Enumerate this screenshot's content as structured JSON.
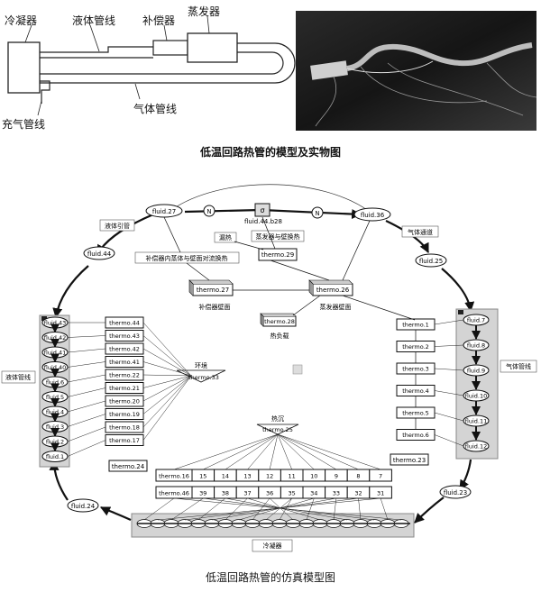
{
  "top_caption": "低温回路热管的模型及实物图",
  "bottom_caption": "低温回路热管的仿真模型图",
  "model_labels": {
    "condenser": "冷凝器",
    "liquid_line": "液体管线",
    "compensator": "补偿器",
    "evaporator": "蒸发器",
    "charge_line": "充气管线",
    "vapor_line": "气体管线"
  },
  "sim": {
    "top_fluid_left": "fluid.27",
    "top_fluid_right": "fluid.36",
    "top_box_sigma": "σ",
    "top_box_label": "fluid.44.b28",
    "valve_symbol": "N",
    "label_liquid_lead": "液体引管",
    "label_leak": "漏热",
    "label_evap_heat": "蒸发器与壁换热",
    "label_vapor_channel": "气体通道",
    "label_comp_wall": "补偿器内蒸体与壁面对流换热",
    "label_comp_wall_short": "补偿器壁面",
    "label_evap_wall": "蒸发器壁面",
    "label_heat_load": "热负载",
    "label_env": "环境",
    "label_heat_sink": "热沉",
    "label_liquid_pipe": "液体管线",
    "label_vapor_pipe": "气体管线",
    "label_condenser": "冷凝器",
    "fluid_44": "fluid.44",
    "fluid_25": "fluid.25",
    "fluid_24": "fluid.24",
    "fluid_23": "fluid.23",
    "thermo_29": "thermo.29",
    "thermo_27": "thermo.27",
    "thermo_26": "thermo.26",
    "thermo_28": "thermo.28",
    "thermo_24": "thermo.24",
    "thermo_23": "thermo.23",
    "thermo_33": "thermo.33",
    "thermo_25": "thermo.25",
    "left_fluids": [
      "fluid.43",
      "fluid.42",
      "fluid.41",
      "fluid.40",
      "fluid.6",
      "fluid.5",
      "fluid.4",
      "fluid.3",
      "fluid.2",
      "fluid.1"
    ],
    "left_thermos": [
      "thermo.44",
      "thermo.43",
      "thermo.42",
      "thermo.41",
      "thermo.22",
      "thermo.21",
      "thermo.20",
      "thermo.19",
      "thermo.18",
      "thermo.17"
    ],
    "right_thermos": [
      "thermo.1",
      "thermo.2",
      "thermo.3",
      "thermo.4",
      "thermo.5",
      "thermo.6"
    ],
    "right_fluids": [
      "fluid.7",
      "fluid.8",
      "fluid.9",
      "fluid.10",
      "fluid.11",
      "fluid.12"
    ],
    "bottom_row_top": [
      "thermo.16",
      "15",
      "14",
      "13",
      "12",
      "11",
      "10",
      "9",
      "8",
      "7"
    ],
    "bottom_row_bot": [
      "thermo.46",
      "39",
      "38",
      "37",
      "36",
      "35",
      "34",
      "33",
      "32",
      "31"
    ]
  }
}
